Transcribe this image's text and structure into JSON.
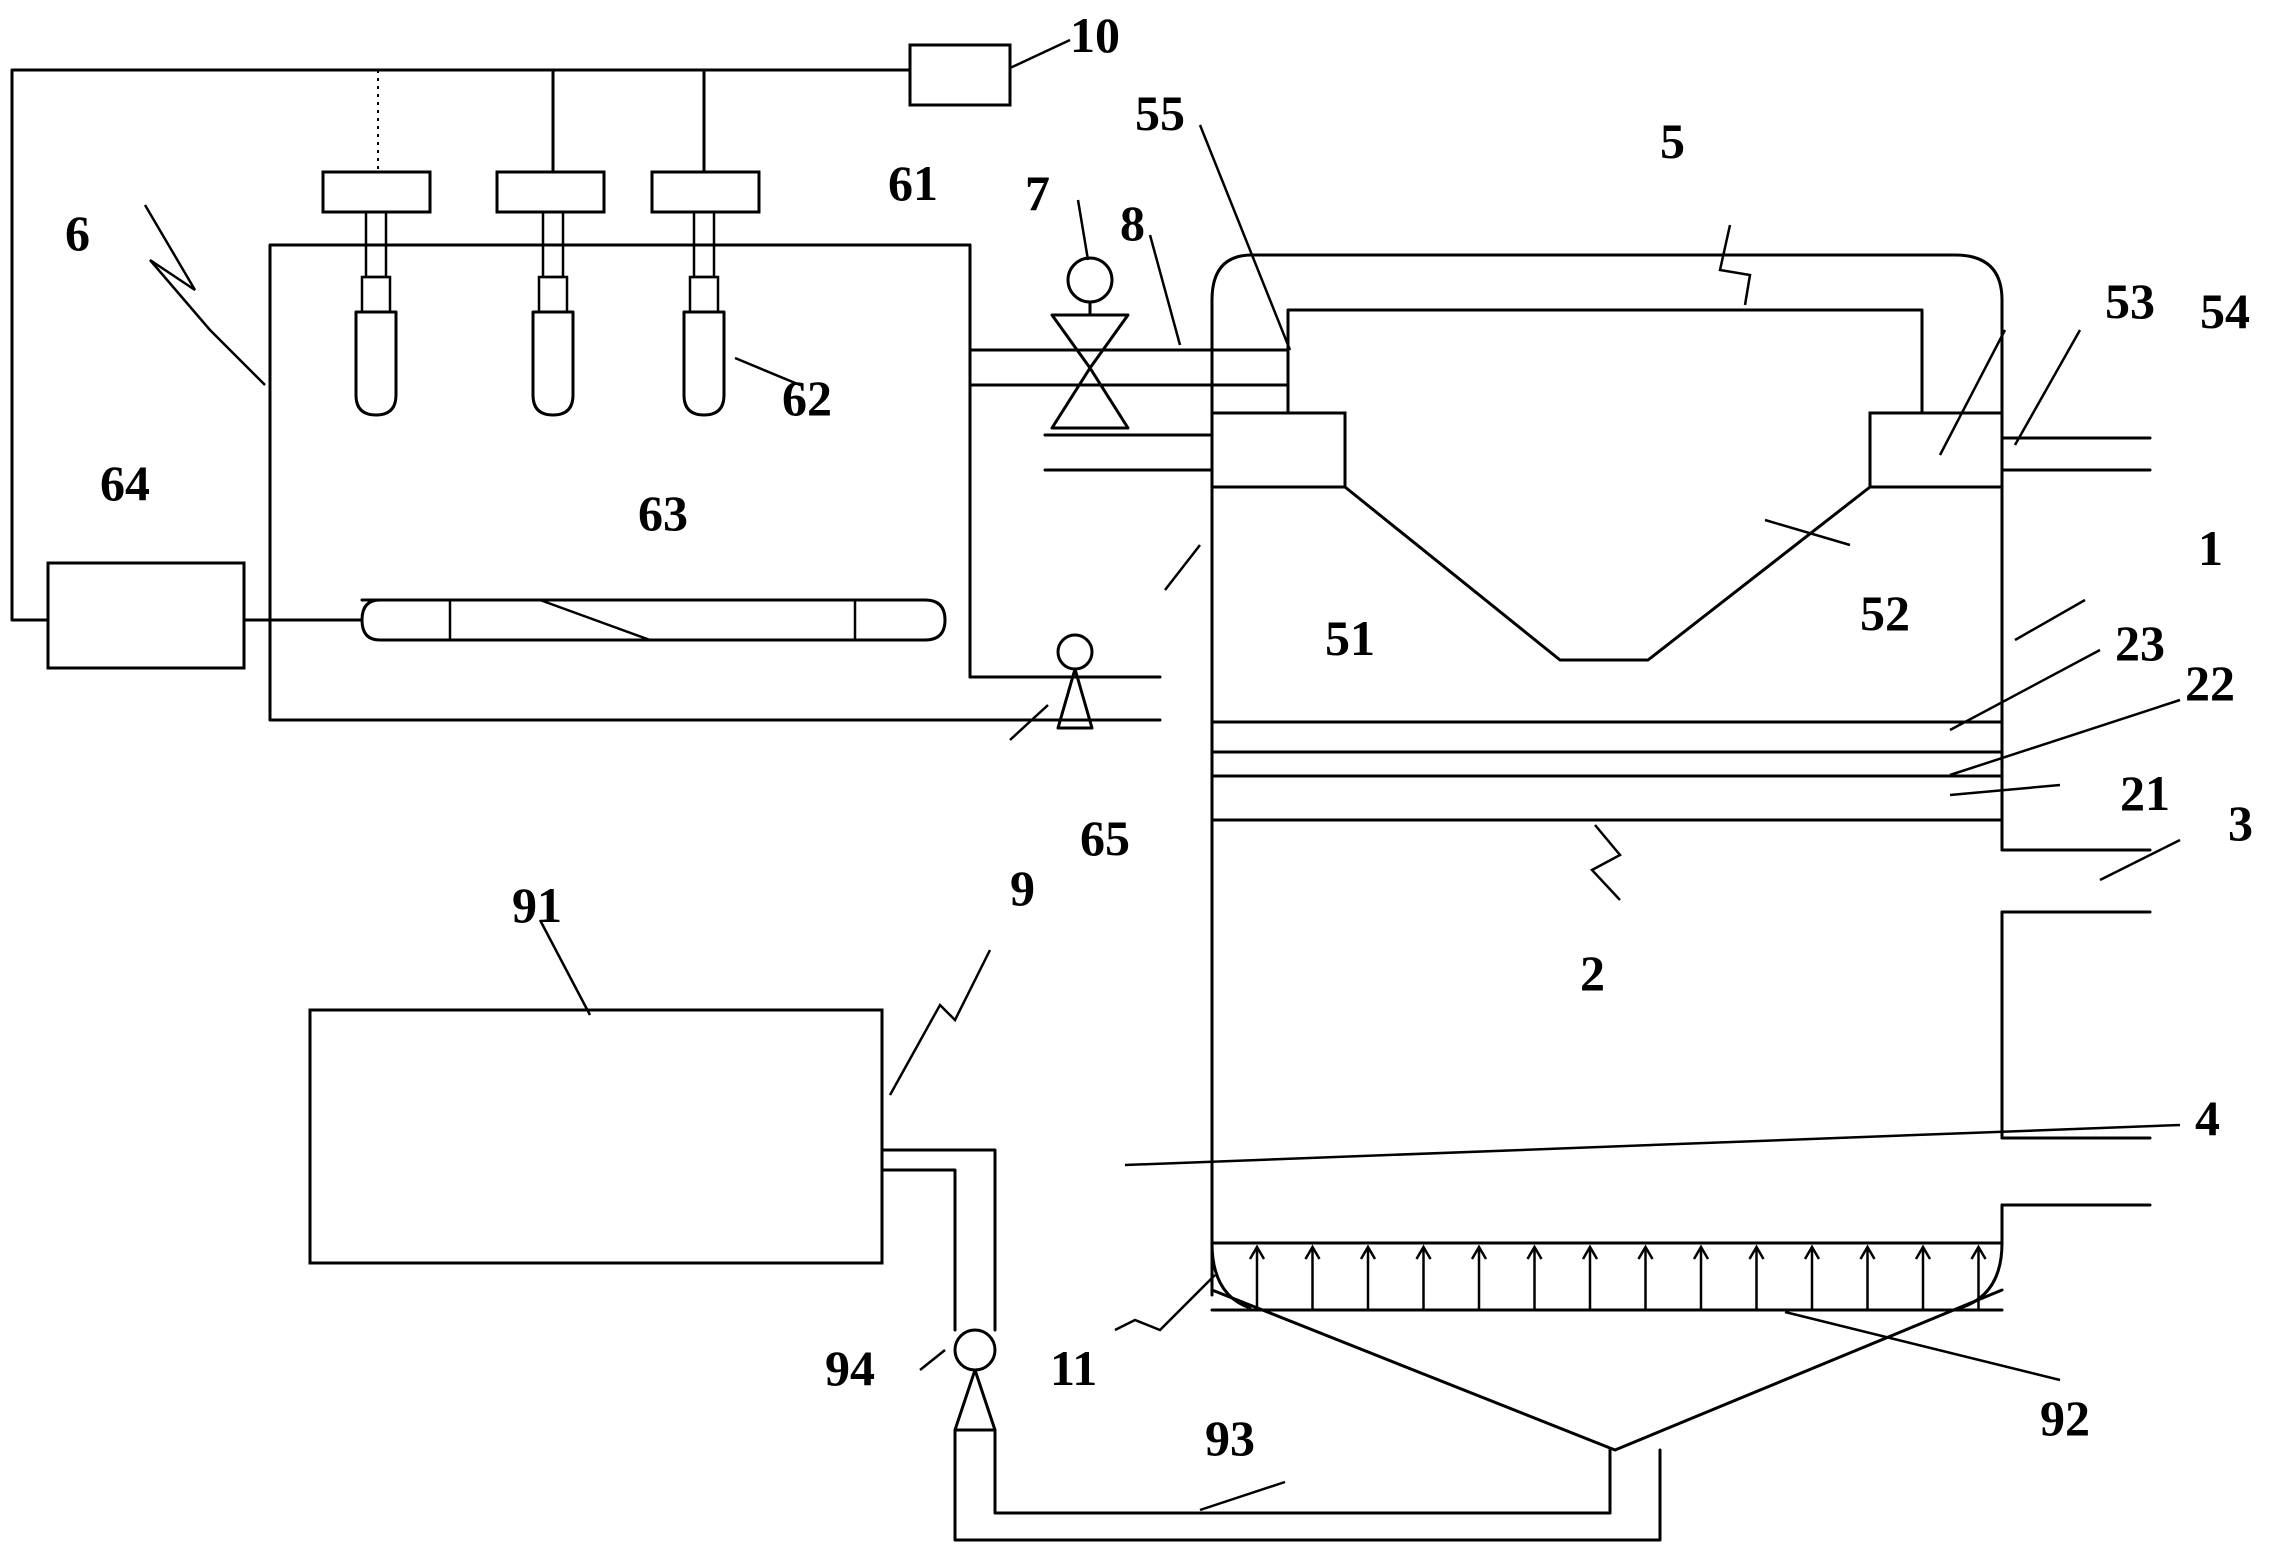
{
  "labels": {
    "l10": "10",
    "l55": "55",
    "l5": "5",
    "l7": "7",
    "l8": "8",
    "l61": "61",
    "l6": "6",
    "l62": "62",
    "l53": "53",
    "l54": "54",
    "l64": "64",
    "l63": "63",
    "l51": "51",
    "l52": "52",
    "l1": "1",
    "l23": "23",
    "l22": "22",
    "l21": "21",
    "l65": "65",
    "l3": "3",
    "l9": "9",
    "l91": "91",
    "l2": "2",
    "l4": "4",
    "l94": "94",
    "l11": "11",
    "l93": "93",
    "l92": "92"
  },
  "colors": {
    "line": "#000000",
    "background": "#ffffff"
  }
}
